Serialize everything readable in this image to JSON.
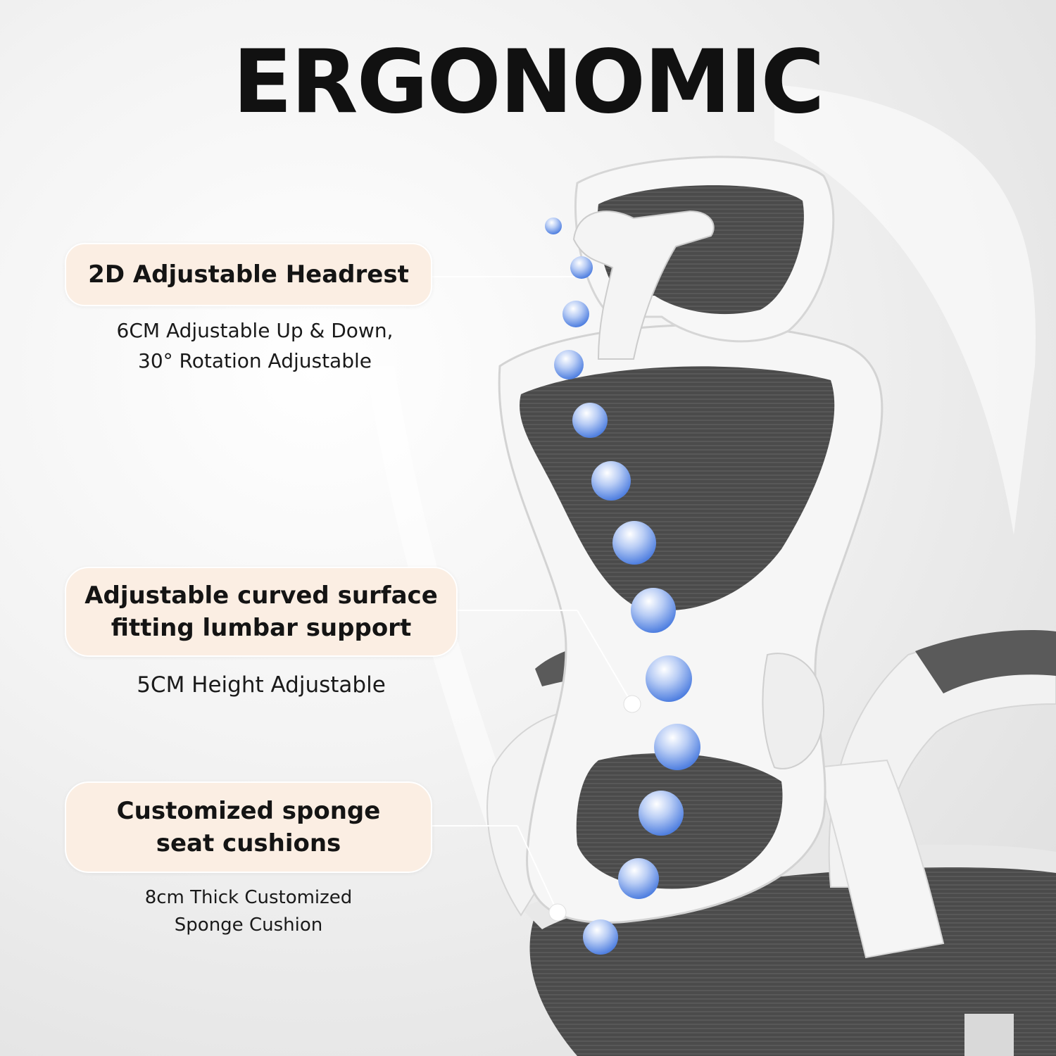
{
  "title": "ERGONOMIC",
  "features": [
    {
      "heading": "2D Adjustable Headrest",
      "detail": "6CM Adjustable Up & Down,\n30° Rotation Adjustable"
    },
    {
      "heading": "Adjustable curved surface\nfitting lumbar support",
      "detail": "5CM Height Adjustable"
    },
    {
      "heading": "Customized sponge\nseat cushions",
      "detail": "8cm Thick Customized\nSponge Cushion"
    }
  ],
  "colors": {
    "pill_fill": "#fbeee3",
    "spine_dot": "#5b86e0",
    "chair_frame": "#f4f4f4",
    "mesh": "#4a4a4a"
  },
  "icons": [
    "spine-dot-icon",
    "pointer-dot-icon"
  ]
}
